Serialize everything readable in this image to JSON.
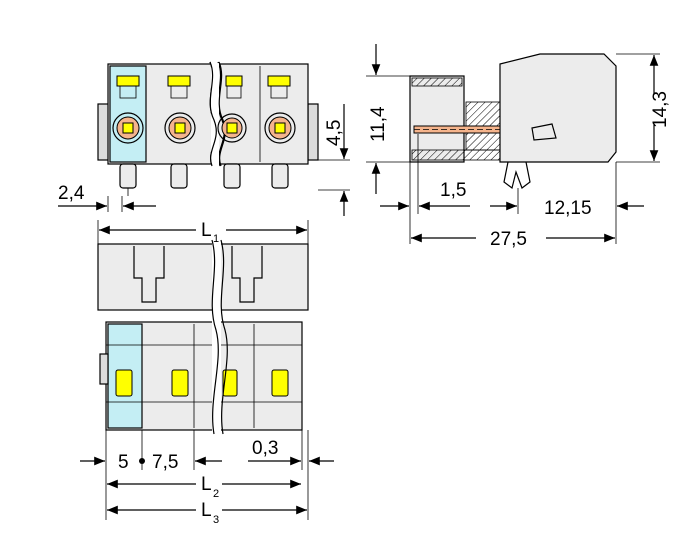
{
  "dimensions": {
    "d_2_4": "2,4",
    "d_4_5": "4,5",
    "d_11_4": "11,4",
    "d_14_3": "14,3",
    "d_1_5": "1,5",
    "d_12_15": "12,15",
    "d_27_5": "27,5",
    "d_5": "5",
    "d_7_5": "7,5",
    "d_0_3": "0,3",
    "L": "L",
    "L1_sub": "1",
    "L2_sub": "2",
    "L3_sub": "3"
  },
  "colors": {
    "body": "#ececec",
    "coding_key": "#c4eef4",
    "clamp_release": "#ffff00",
    "contact": "#f5b48c"
  }
}
